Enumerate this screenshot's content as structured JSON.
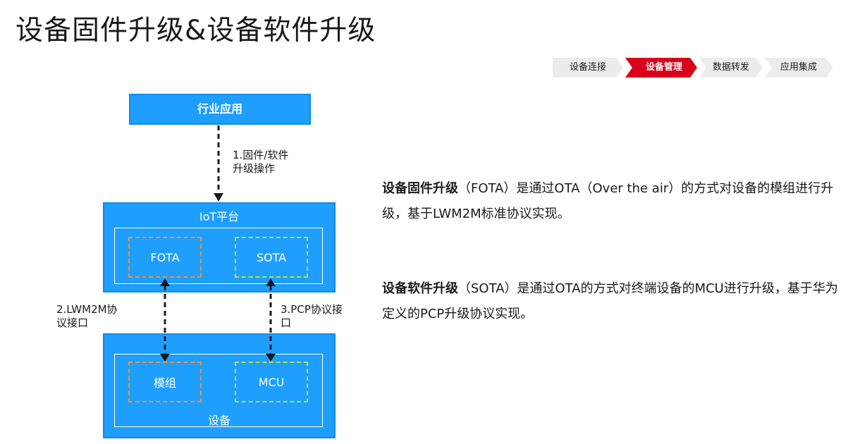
{
  "title": "设备固件升级&设备软件升级",
  "breadcrumb": {
    "items": [
      {
        "label": "设备连接"
      },
      {
        "label": "设备管理"
      },
      {
        "label": "数据转发"
      },
      {
        "label": "应用集成"
      }
    ],
    "active_index": 1,
    "active_color": "#d9001b",
    "inactive_color": "#ececec"
  },
  "diagram": {
    "industry_app": "行业应用",
    "iot_platform": "IoT平台",
    "fota": "FOTA",
    "sota": "SOTA",
    "device": "设备",
    "module": "模组",
    "mcu": "MCU",
    "edge1_line1": "1.固件/软件",
    "edge1_line2": "升级操作",
    "edge2_line1": "2.LWM2M协",
    "edge2_line2": "议接口",
    "edge3_line1": "3.PCP协议接",
    "edge3_line2": "口",
    "colors": {
      "box_fill": "#1e9fff",
      "fota_border": "#f0923c",
      "sota_border": "#b8e04a"
    }
  },
  "description": {
    "fota_term": "设备固件升级",
    "fota_text": "（FOTA）是通过OTA（Over the air）的方式对设备的模组进行升级，基于LWM2M标准协议实现。",
    "sota_term": "设备软件升级",
    "sota_text": "（SOTA）是通过OTA的方式对终端设备的MCU进行升级，基于华为定义的PCP升级协议实现。"
  }
}
